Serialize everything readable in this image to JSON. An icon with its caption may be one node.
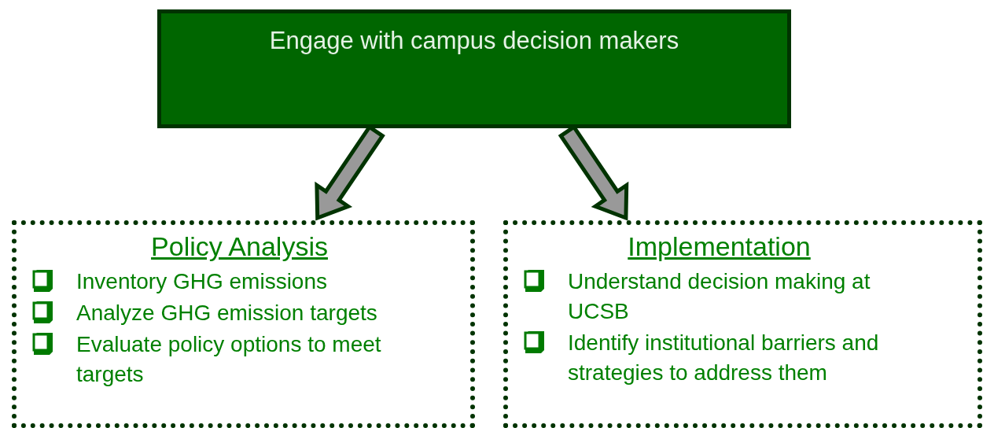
{
  "diagram": {
    "nodes": [
      {
        "text": [
          "Engage with campus decision makers"
        ]
      },
      {
        "text": [
          "Policy Analysis",
          "Inventory GHG emissions",
          "Analyze GHG emission targets",
          "Evaluate policy options to meet targets"
        ]
      },
      {
        "text": [
          "Implementation",
          "Understand decision making at UCSB",
          "Identify institutional barriers and strategies to address them"
        ]
      }
    ],
    "edges": [
      {
        "from": 0,
        "to": 1,
        "arrow": "to",
        "style": "thick"
      },
      {
        "from": 0,
        "to": 2,
        "arrow": "to",
        "style": "thick"
      }
    ]
  }
}
